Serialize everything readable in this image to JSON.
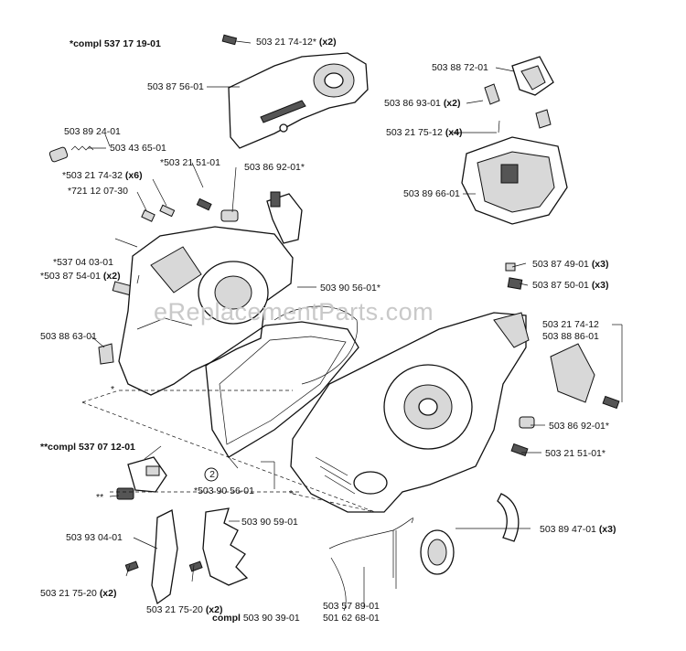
{
  "watermark": "eReplacementParts.com",
  "labels": {
    "compl_537_17_19_01": "*compl 537 17 19-01",
    "p503_21_74_12_x2": "503 21 74-12*",
    "p503_21_74_12_x2_qty": "(x2)",
    "p503_87_56_01": "503 87 56-01",
    "p503_88_72_01": "503 88 72-01",
    "p503_86_93_01": "503 86 93-01",
    "p503_86_93_01_qty": "(x2)",
    "p503_21_75_12": "503 21 75-12",
    "p503_21_75_12_qty": "(x4)",
    "p503_89_66_01": "503 89 66-01",
    "p503_89_24_01": "503 89 24-01",
    "p503_43_65_01": "503 43 65-01",
    "p503_21_51_01_star": "*503 21 51-01",
    "p503_86_92_01_star": "503 86 92-01*",
    "p503_21_74_32": "*503 21 74-32",
    "p503_21_74_32_qty": "(x6)",
    "p721_12_07_30": "*721 12 07-30",
    "p537_04_03_01": "*537 04 03-01",
    "p503_87_54_01": "*503 87 54-01",
    "p503_87_54_01_qty": "(x2)",
    "p503_90_56_01_top": "503 90 56-01*",
    "p503_87_49_01": "503 87 49-01",
    "p503_87_49_01_qty": "(x3)",
    "p503_87_50_01": "503 87 50-01",
    "p503_87_50_01_qty": "(x3)",
    "p503_88_63_01": "503 88 63-01",
    "p503_21_74_12b": "503 21 74-12",
    "p503_88_86_01": "503 88 86-01",
    "star_single": "*",
    "p503_86_92_01_b": "503 86 92-01*",
    "compl_537_07_12_01": "**compl 537 07 12-01",
    "p503_21_51_01_b": "503 21 51-01*",
    "circle_2": "2",
    "p503_90_56_01_bottom": "*503 90 56-01",
    "star_b": "*",
    "double_star": "**",
    "p503_89_47_01": "503 89 47-01",
    "p503_89_47_01_qty": "(x3)",
    "p503_93_04_01": "503 93 04-01",
    "p503_90_59_01": "503 90 59-01",
    "p503_21_75_20_a": "503 21 75-20",
    "p503_21_75_20_a_qty": "(x2)",
    "p503_21_75_20_b": "503 21 75-20",
    "p503_21_75_20_b_qty": "(x2)",
    "compl_503_90_39_01_prefix": "compl",
    "compl_503_90_39_01": "503 90 39-01",
    "p503_57_89_01": "503 57 89-01",
    "p501_62_68_01": "501 62 68-01"
  }
}
